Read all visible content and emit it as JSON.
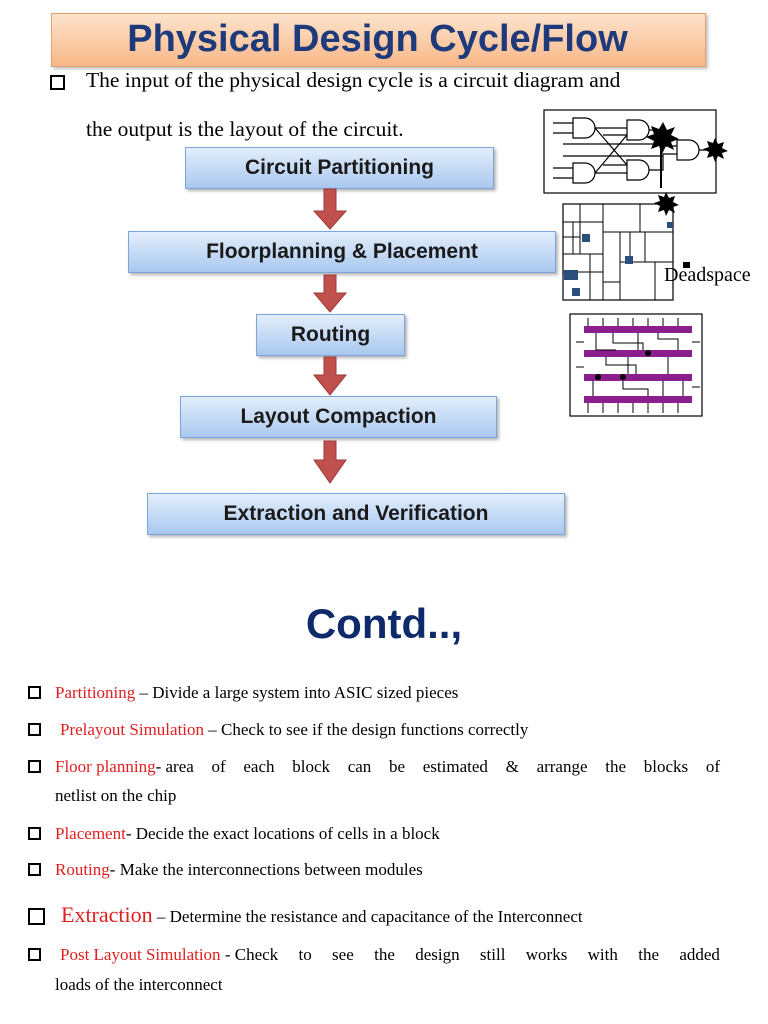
{
  "header": {
    "title": "Physical Design Cycle/Flow"
  },
  "intro": {
    "line1": "The input of the physical design cycle is a circuit diagram and",
    "line2": "the output is the layout of the circuit."
  },
  "flow": {
    "steps": [
      "Circuit Partitioning",
      "Floorplanning & Placement",
      "Routing",
      "Layout Compaction",
      "Extraction and Verification"
    ]
  },
  "figures": {
    "deadspace_label": "Deadspace"
  },
  "contd": {
    "title": "Contd..,"
  },
  "items": [
    {
      "term": "Partitioning",
      "text": " – Divide a large system into ASIC sized pieces"
    },
    {
      "term": "Prelayout Simulation",
      "text": " – Check to see if the design functions correctly"
    },
    {
      "term": "Floor planning",
      "text_words": [
        "- area",
        "of",
        "each",
        "block",
        "can",
        "be",
        "estimated",
        "&",
        "arrange",
        "the",
        "blocks",
        "of"
      ],
      "text2": "netlist on the chip"
    },
    {
      "term": "Placement",
      "text": "- Decide the exact locations of cells in a block"
    },
    {
      "term": "Routing",
      "text": "- Make the interconnections between modules"
    },
    {
      "term": "Extraction",
      "text": " – Determine the resistance and capacitance of the Interconnect"
    },
    {
      "term": "Post Layout Simulation",
      "text_words": [
        "- Check",
        "to",
        "see",
        "the",
        "design",
        "still",
        "works",
        "with",
        "the",
        "added"
      ],
      "text2": "loads of the interconnect"
    }
  ],
  "colors": {
    "term_red": "#e02020",
    "title_blue": "#1f3a7a",
    "contd_blue": "#0f2a6b",
    "arrow_red": "#c0504d"
  }
}
